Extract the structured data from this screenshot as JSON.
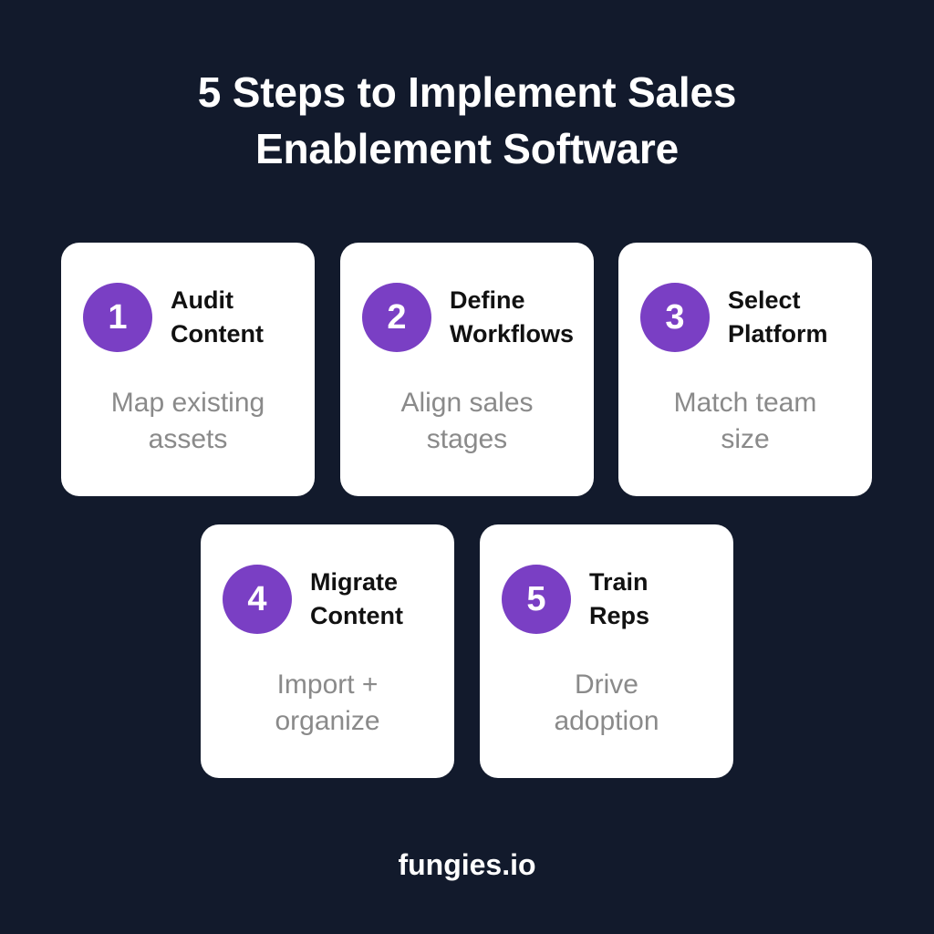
{
  "title": {
    "line1": "5 Steps to Implement Sales",
    "line2": "Enablement Software"
  },
  "steps": [
    {
      "number": "1",
      "title_line1": "Audit",
      "title_line2": "Content",
      "desc_line1": "Map existing",
      "desc_line2": "assets"
    },
    {
      "number": "2",
      "title_line1": "Define",
      "title_line2": "Workflows",
      "desc_line1": "Align sales",
      "desc_line2": "stages"
    },
    {
      "number": "3",
      "title_line1": "Select",
      "title_line2": "Platform",
      "desc_line1": "Match team",
      "desc_line2": "size"
    },
    {
      "number": "4",
      "title_line1": "Migrate",
      "title_line2": "Content",
      "desc_line1": "Import +",
      "desc_line2": "organize"
    },
    {
      "number": "5",
      "title_line1": "Train",
      "title_line2": "Reps",
      "desc_line1": "Drive",
      "desc_line2": "adoption"
    }
  ],
  "footer": {
    "brand": "fungies.io"
  },
  "colors": {
    "background": "#121a2c",
    "card": "#ffffff",
    "badge": "#7a3fc4",
    "step_title": "#111111",
    "step_desc": "#8a8a8a"
  }
}
